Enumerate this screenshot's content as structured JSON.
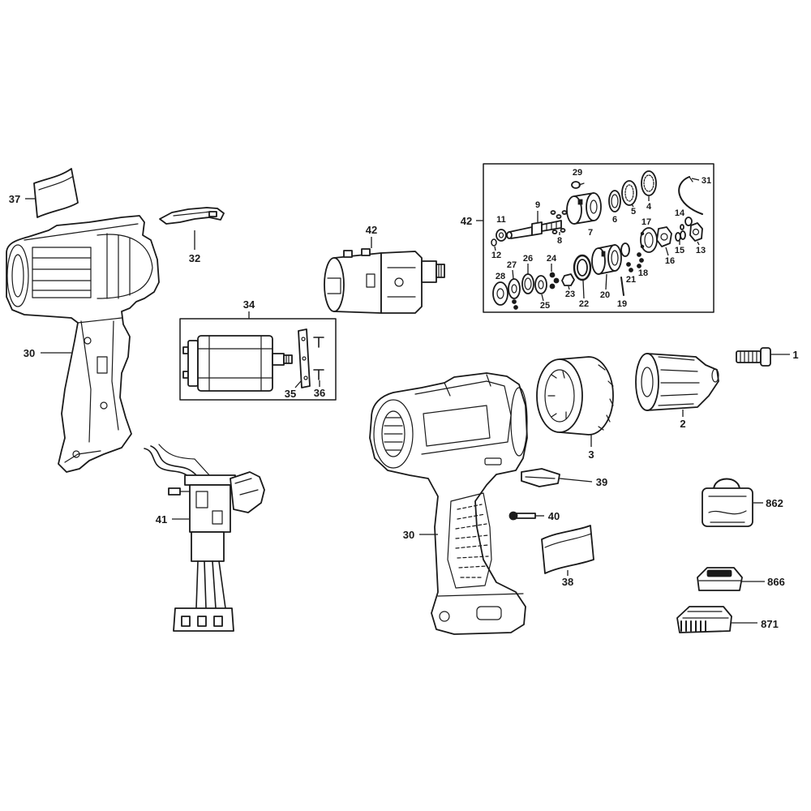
{
  "colors": {
    "ink": "#1a1a1a",
    "paper": "#ffffff"
  },
  "callouts": {
    "part_37": "37",
    "part_32": "32",
    "part_42_main": "42",
    "part_30_left": "30",
    "part_34": "34",
    "part_35": "35",
    "part_36": "36",
    "part_41": "41",
    "part_42_box": "42",
    "part_29": "29",
    "part_31": "31",
    "part_9": "9",
    "part_7": "7",
    "part_6": "6",
    "part_5": "5",
    "part_4": "4",
    "part_11": "11",
    "part_12": "12",
    "part_8": "8",
    "part_14": "14",
    "part_17": "17",
    "part_16": "16",
    "part_15": "15",
    "part_13": "13",
    "part_27": "27",
    "part_26": "26",
    "part_24": "24",
    "part_28": "28",
    "part_25": "25",
    "part_23": "23",
    "part_22": "22",
    "part_20": "20",
    "part_19": "19",
    "part_18": "18",
    "part_21": "21",
    "part_1": "1",
    "part_2": "2",
    "part_3": "3",
    "part_39": "39",
    "part_862": "862",
    "part_40": "40",
    "part_30_drill": "30",
    "part_38": "38",
    "part_866": "866",
    "part_871": "871"
  }
}
